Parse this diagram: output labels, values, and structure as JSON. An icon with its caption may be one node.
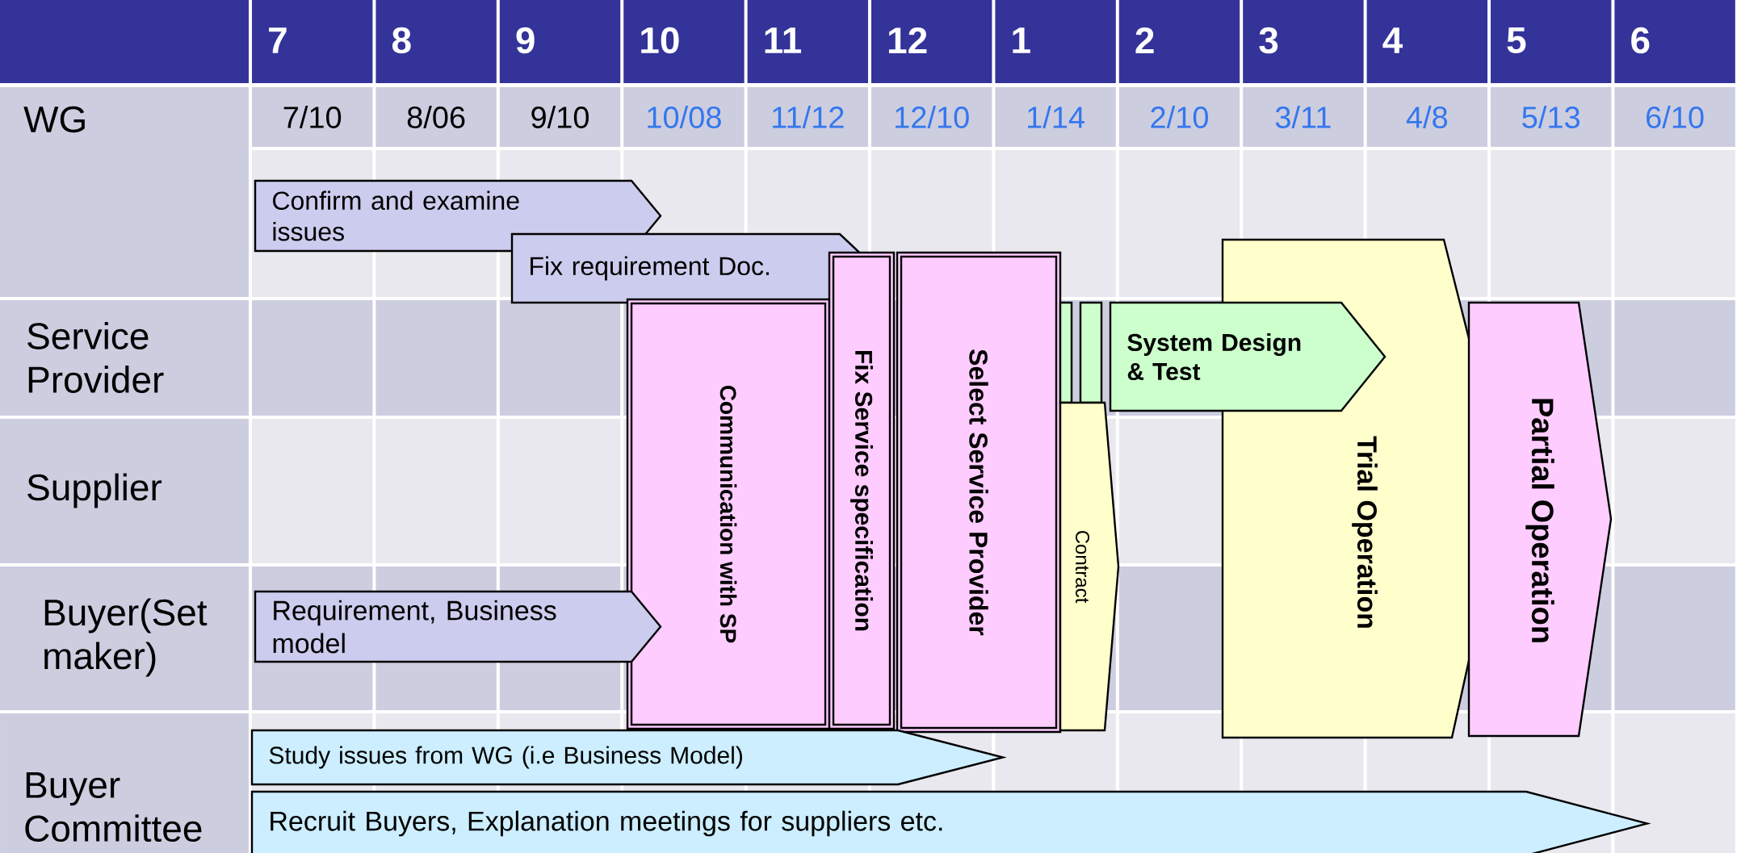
{
  "diagram": {
    "nodes": [
      {
        "text": [
          "Confirm and examine issues"
        ]
      },
      {
        "text": [
          "Fix requirement Doc."
        ]
      },
      {
        "text": [
          "Communication with SP"
        ]
      },
      {
        "text": [
          "Fix Service specification"
        ]
      },
      {
        "text": [
          "Select Service Provider"
        ]
      },
      {
        "text": [],
        "shape": "bar"
      },
      {
        "text": [],
        "shape": "bar"
      },
      {
        "text": [
          "Contract"
        ]
      },
      {
        "text": [
          "System Design & Test"
        ]
      },
      {
        "text": [
          "Trial Operation"
        ]
      },
      {
        "text": [
          "Partial Operation"
        ]
      },
      {
        "text": [
          "Requirement, Business model"
        ]
      },
      {
        "text": [
          "Study issues from WG (i.e  Business Model)"
        ]
      },
      {
        "text": [
          "Recruit Buyers, Explanation meetings for suppliers etc."
        ]
      }
    ],
    "labels": [
      "7",
      "8",
      "9",
      "10",
      "11",
      "12",
      "1",
      "2",
      "3",
      "4",
      "5",
      "6",
      "WG",
      "7/10",
      "8/06",
      "9/10",
      "10/08",
      "11/12",
      "12/10",
      "1/14",
      "2/10",
      "3/11",
      "4/8",
      "5/13",
      "6/10",
      "Service Provider",
      "Supplier",
      "Buyer(Set maker)",
      "Buyer Committee"
    ]
  }
}
